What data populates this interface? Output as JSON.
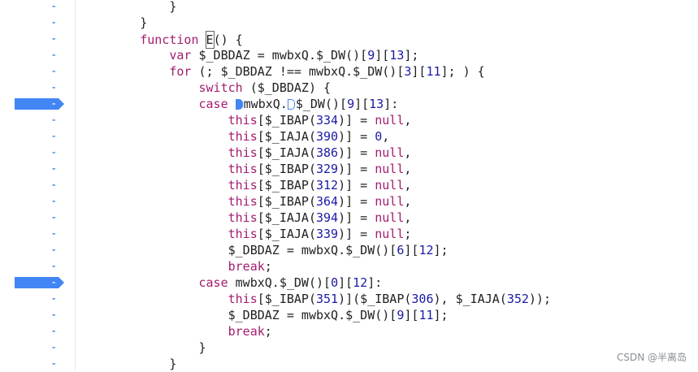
{
  "gutter": {
    "dash": "-",
    "breakpoint_lines": [
      6,
      17
    ],
    "line_count": 23
  },
  "code": {
    "l0": {
      "indent": "            ",
      "tokens": [
        [
          "p",
          "}"
        ]
      ]
    },
    "l1": {
      "indent": "        ",
      "tokens": [
        [
          "p",
          "}"
        ]
      ]
    },
    "l2": {
      "indent": "        ",
      "tokens": [
        [
          "k",
          "function"
        ],
        [
          "p",
          " "
        ],
        [
          "cursor",
          "E"
        ],
        [
          "p",
          "() {"
        ]
      ]
    },
    "l3": {
      "indent": "            ",
      "tokens": [
        [
          "k",
          "var"
        ],
        [
          "p",
          " $_DBDAZ = mwbxQ.$_DW()["
        ],
        [
          "n",
          "9"
        ],
        [
          "p",
          "]["
        ],
        [
          "n",
          "13"
        ],
        [
          "p",
          "];"
        ]
      ]
    },
    "l4": {
      "indent": "            ",
      "tokens": [
        [
          "k",
          "for"
        ],
        [
          "p",
          " (; $_DBDAZ !== mwbxQ.$_DW()["
        ],
        [
          "n",
          "3"
        ],
        [
          "p",
          "]["
        ],
        [
          "n",
          "11"
        ],
        [
          "p",
          "]; ) {"
        ]
      ]
    },
    "l5": {
      "indent": "                ",
      "tokens": [
        [
          "k",
          "switch"
        ],
        [
          "p",
          " ($_DBDAZ) {"
        ]
      ]
    },
    "l6": {
      "indent": "                ",
      "tokens": [
        [
          "k",
          "case"
        ],
        [
          "p",
          " "
        ],
        [
          "bp",
          ""
        ],
        [
          "p",
          "mwbxQ."
        ],
        [
          "bpo",
          ""
        ],
        [
          "p",
          "$_DW()["
        ],
        [
          "n",
          "9"
        ],
        [
          "p",
          "]["
        ],
        [
          "n",
          "13"
        ],
        [
          "p",
          "]:"
        ]
      ]
    },
    "l7": {
      "indent": "                    ",
      "tokens": [
        [
          "k",
          "this"
        ],
        [
          "p",
          "[$_IBAP("
        ],
        [
          "n",
          "334"
        ],
        [
          "p",
          ")] = "
        ],
        [
          "k",
          "null"
        ],
        [
          "p",
          ","
        ]
      ]
    },
    "l8": {
      "indent": "                    ",
      "tokens": [
        [
          "k",
          "this"
        ],
        [
          "p",
          "[$_IAJA("
        ],
        [
          "n",
          "390"
        ],
        [
          "p",
          ")] = "
        ],
        [
          "n",
          "0"
        ],
        [
          "p",
          ","
        ]
      ]
    },
    "l9": {
      "indent": "                    ",
      "tokens": [
        [
          "k",
          "this"
        ],
        [
          "p",
          "[$_IAJA("
        ],
        [
          "n",
          "386"
        ],
        [
          "p",
          ")] = "
        ],
        [
          "k",
          "null"
        ],
        [
          "p",
          ","
        ]
      ]
    },
    "l10": {
      "indent": "                    ",
      "tokens": [
        [
          "k",
          "this"
        ],
        [
          "p",
          "[$_IBAP("
        ],
        [
          "n",
          "329"
        ],
        [
          "p",
          ")] = "
        ],
        [
          "k",
          "null"
        ],
        [
          "p",
          ","
        ]
      ]
    },
    "l11": {
      "indent": "                    ",
      "tokens": [
        [
          "k",
          "this"
        ],
        [
          "p",
          "[$_IBAP("
        ],
        [
          "n",
          "312"
        ],
        [
          "p",
          ")] = "
        ],
        [
          "k",
          "null"
        ],
        [
          "p",
          ","
        ]
      ]
    },
    "l12": {
      "indent": "                    ",
      "tokens": [
        [
          "k",
          "this"
        ],
        [
          "p",
          "[$_IBAP("
        ],
        [
          "n",
          "364"
        ],
        [
          "p",
          ")] = "
        ],
        [
          "k",
          "null"
        ],
        [
          "p",
          ","
        ]
      ]
    },
    "l13": {
      "indent": "                    ",
      "tokens": [
        [
          "k",
          "this"
        ],
        [
          "p",
          "[$_IAJA("
        ],
        [
          "n",
          "394"
        ],
        [
          "p",
          ")] = "
        ],
        [
          "k",
          "null"
        ],
        [
          "p",
          ","
        ]
      ]
    },
    "l14": {
      "indent": "                    ",
      "tokens": [
        [
          "k",
          "this"
        ],
        [
          "p",
          "[$_IAJA("
        ],
        [
          "n",
          "339"
        ],
        [
          "p",
          ")] = "
        ],
        [
          "k",
          "null"
        ],
        [
          "p",
          ";"
        ]
      ]
    },
    "l15": {
      "indent": "                    ",
      "tokens": [
        [
          "p",
          "$_DBDAZ = mwbxQ.$_DW()["
        ],
        [
          "n",
          "6"
        ],
        [
          "p",
          "]["
        ],
        [
          "n",
          "12"
        ],
        [
          "p",
          "];"
        ]
      ]
    },
    "l16": {
      "indent": "                    ",
      "tokens": [
        [
          "k",
          "break"
        ],
        [
          "p",
          ";"
        ]
      ]
    },
    "l17": {
      "indent": "                ",
      "tokens": [
        [
          "k",
          "case"
        ],
        [
          "p",
          " mwbxQ.$_DW()["
        ],
        [
          "n",
          "0"
        ],
        [
          "p",
          "]["
        ],
        [
          "n",
          "12"
        ],
        [
          "p",
          "]:"
        ]
      ]
    },
    "l18": {
      "indent": "                    ",
      "tokens": [
        [
          "k",
          "this"
        ],
        [
          "p",
          "[$_IBAP("
        ],
        [
          "n",
          "351"
        ],
        [
          "p",
          ")]($_IBAP("
        ],
        [
          "n",
          "306"
        ],
        [
          "p",
          "), $_IAJA("
        ],
        [
          "n",
          "352"
        ],
        [
          "p",
          "));"
        ]
      ]
    },
    "l19": {
      "indent": "                    ",
      "tokens": [
        [
          "p",
          "$_DBDAZ = mwbxQ.$_DW()["
        ],
        [
          "n",
          "9"
        ],
        [
          "p",
          "]["
        ],
        [
          "n",
          "11"
        ],
        [
          "p",
          "];"
        ]
      ]
    },
    "l20": {
      "indent": "                    ",
      "tokens": [
        [
          "k",
          "break"
        ],
        [
          "p",
          ";"
        ]
      ]
    },
    "l21": {
      "indent": "                ",
      "tokens": [
        [
          "p",
          "}"
        ]
      ]
    },
    "l22": {
      "indent": "            ",
      "tokens": [
        [
          "p",
          "}"
        ]
      ]
    }
  },
  "watermark": "CSDN @半离岛",
  "colors": {
    "keyword": "#a31c6f",
    "number": "#1a1aa6",
    "breakpoint": "#4285f4"
  }
}
